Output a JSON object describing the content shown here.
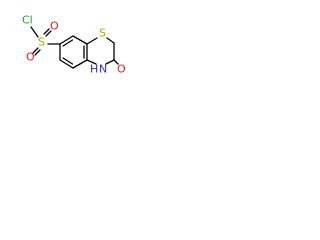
{
  "molecule": {
    "atoms": {
      "chlorine": "Cl",
      "sulfur_sulfonyl": "S",
      "oxygen_upper": "O",
      "oxygen_lower": "O",
      "sulfur_ring": "S",
      "amide_nitrogen": "H",
      "amide_n": "N",
      "carbonyl_oxygen": "O"
    },
    "colors": {
      "chlorine": "#1f9e3a",
      "sulfur": "#b8a200",
      "oxygen": "#e0201b",
      "nitrogen": "#2b2bd6",
      "bond": "#000000"
    }
  }
}
